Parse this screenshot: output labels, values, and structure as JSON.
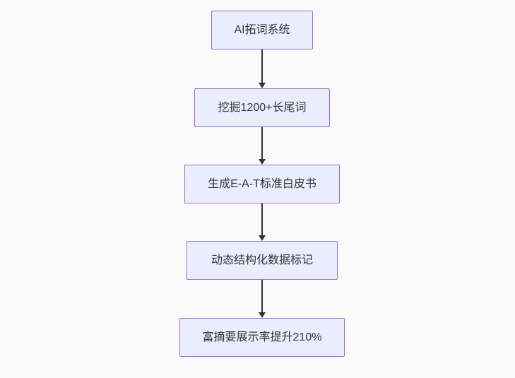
{
  "diagram": {
    "type": "flowchart",
    "direction": "top-down",
    "nodes": [
      {
        "id": "A",
        "label": "AI拓词系统"
      },
      {
        "id": "B",
        "label": "挖掘1200+长尾词"
      },
      {
        "id": "C",
        "label": "生成E-A-T标准白皮书"
      },
      {
        "id": "D",
        "label": "动态结构化数据标记"
      },
      {
        "id": "E",
        "label": "富摘要展示率提升210%"
      }
    ],
    "edges": [
      {
        "from": "A",
        "to": "B",
        "style": "arrow"
      },
      {
        "from": "B",
        "to": "C",
        "style": "arrow"
      },
      {
        "from": "C",
        "to": "D",
        "style": "arrow"
      },
      {
        "from": "D",
        "to": "E",
        "style": "arrow"
      }
    ],
    "colors": {
      "node_fill": "#ececff",
      "node_border": "#9370db",
      "node_text": "#333333",
      "arrow": "#333333",
      "background": "#fafafa"
    }
  }
}
